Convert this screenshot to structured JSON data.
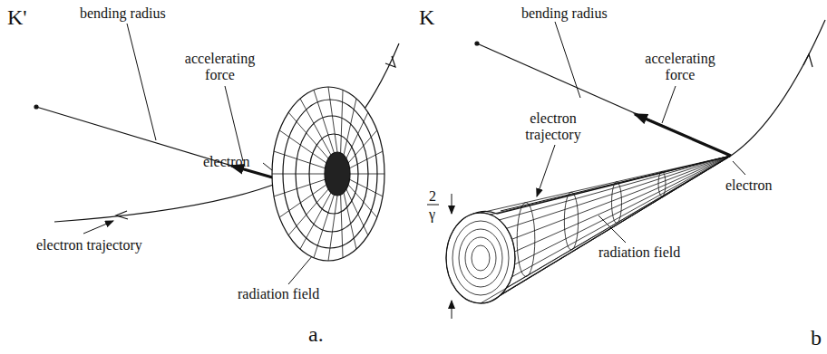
{
  "diagram": {
    "labels": [
      "K'",
      "bending radius",
      "accelerating force",
      "electron",
      "electron trajectory",
      "radiation field",
      "a.",
      "K",
      "bending radius",
      "accelerating force",
      "electron trajectory",
      "2",
      "γ",
      "electron",
      "radiation field",
      "b"
    ]
  }
}
